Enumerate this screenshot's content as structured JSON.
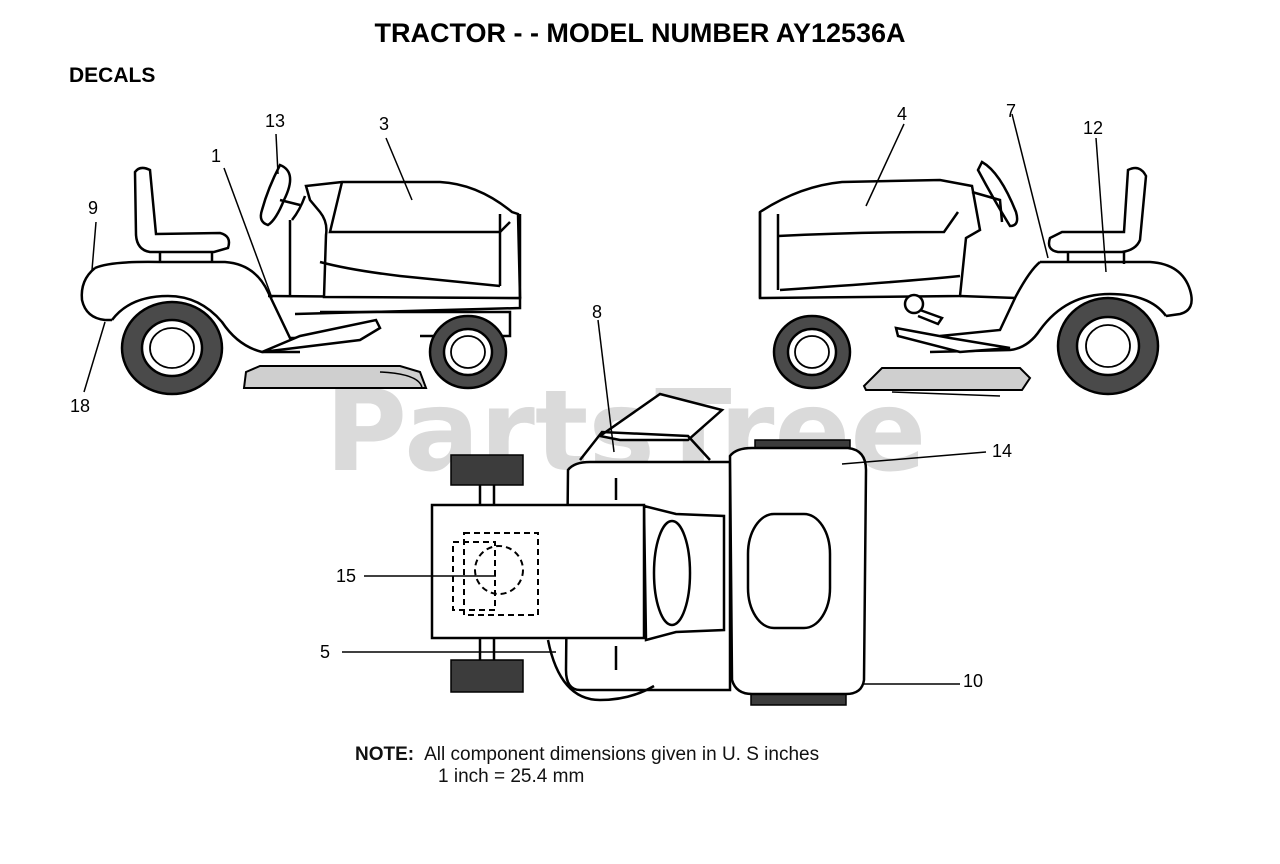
{
  "title": "TRACTOR - - MODEL NUMBER  AY12536A",
  "section": "DECALS",
  "watermark": "PartsTree",
  "callouts": {
    "c1": "1",
    "c3": "3",
    "c4": "4",
    "c5": "5",
    "c7": "7",
    "c8": "8",
    "c9": "9",
    "c10": "10",
    "c12": "12",
    "c13": "13",
    "c14": "14",
    "c15": "15",
    "c18": "18"
  },
  "note": {
    "label": "NOTE:",
    "line1": "All component dimensions given in U. S  inches",
    "line2": "1 inch = 25.4 mm"
  }
}
